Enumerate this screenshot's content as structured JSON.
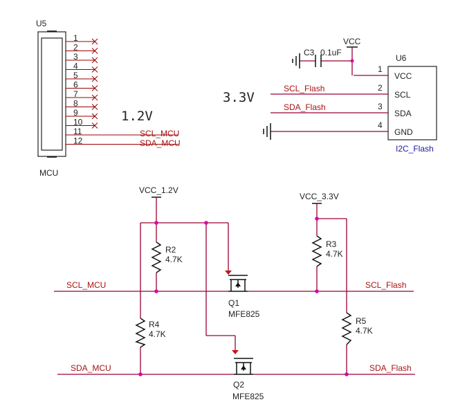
{
  "u5": {
    "ref": "U5",
    "name": "MCU",
    "pins": [
      "1",
      "2",
      "3",
      "4",
      "5",
      "6",
      "7",
      "8",
      "9",
      "10",
      "11",
      "12"
    ],
    "net_scl": "SCL_MCU",
    "net_sda": "SDA_MCU"
  },
  "domain_low": "1.2V",
  "domain_high": "3.3V",
  "u6": {
    "ref": "U6",
    "name": "I2C_Flash",
    "pins": [
      {
        "num": "1",
        "name": "VCC"
      },
      {
        "num": "2",
        "name": "SCL"
      },
      {
        "num": "3",
        "name": "SDA"
      },
      {
        "num": "4",
        "name": "GND"
      }
    ],
    "net_scl": "SCL_Flash",
    "net_sda": "SDA_Flash",
    "vcc": "VCC",
    "cap_ref": "C3",
    "cap_val": "0.1uF"
  },
  "shifter": {
    "vcc_low": "VCC_1.2V",
    "vcc_high": "VCC_3.3V",
    "r2": {
      "ref": "R2",
      "val": "4.7K"
    },
    "r3": {
      "ref": "R3",
      "val": "4.7K"
    },
    "r4": {
      "ref": "R4",
      "val": "4.7K"
    },
    "r5": {
      "ref": "R5",
      "val": "4.7K"
    },
    "q1": {
      "ref": "Q1",
      "part": "MFE825"
    },
    "q2": {
      "ref": "Q2",
      "part": "MFE825"
    },
    "scl_mcu": "SCL_MCU",
    "sda_mcu": "SDA_MCU",
    "scl_flash": "SCL_Flash",
    "sda_flash": "SDA_Flash"
  }
}
